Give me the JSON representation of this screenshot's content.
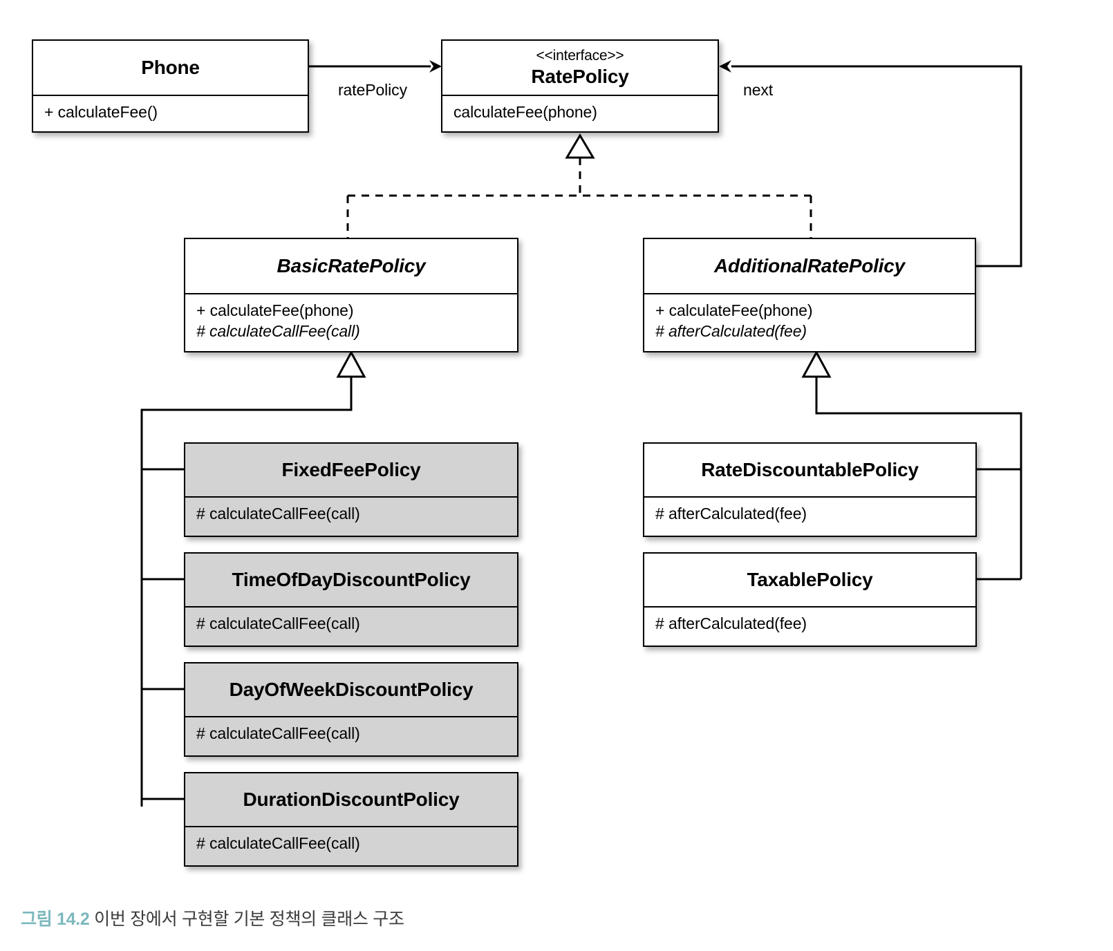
{
  "diagram": {
    "type": "uml-class-diagram",
    "classes": [
      {
        "id": "phone",
        "name": "Phone",
        "stereotype": "",
        "abstract": false,
        "shaded": false,
        "members": [
          {
            "text": "+ calculateFee()",
            "abstract": false
          }
        ]
      },
      {
        "id": "rate-policy",
        "name": "RatePolicy",
        "stereotype": "<<interface>>",
        "abstract": false,
        "shaded": false,
        "members": [
          {
            "text": "calculateFee(phone)",
            "abstract": false
          }
        ]
      },
      {
        "id": "basic-rate-policy",
        "name": "BasicRatePolicy",
        "stereotype": "",
        "abstract": true,
        "shaded": false,
        "members": [
          {
            "text": "+ calculateFee(phone)",
            "abstract": false
          },
          {
            "text": "# calculateCallFee(call)",
            "abstract": true
          }
        ]
      },
      {
        "id": "additional-rate-policy",
        "name": "AdditionalRatePolicy",
        "stereotype": "",
        "abstract": true,
        "shaded": false,
        "members": [
          {
            "text": "+ calculateFee(phone)",
            "abstract": false
          },
          {
            "text": "# afterCalculated(fee)",
            "abstract": true
          }
        ]
      },
      {
        "id": "fixed-fee-policy",
        "name": "FixedFeePolicy",
        "stereotype": "",
        "abstract": false,
        "shaded": true,
        "members": [
          {
            "text": "# calculateCallFee(call)",
            "abstract": false
          }
        ]
      },
      {
        "id": "time-of-day-discount-policy",
        "name": "TimeOfDayDiscountPolicy",
        "stereotype": "",
        "abstract": false,
        "shaded": true,
        "members": [
          {
            "text": "# calculateCallFee(call)",
            "abstract": false
          }
        ]
      },
      {
        "id": "day-of-week-discount-policy",
        "name": "DayOfWeekDiscountPolicy",
        "stereotype": "",
        "abstract": false,
        "shaded": true,
        "members": [
          {
            "text": "# calculateCallFee(call)",
            "abstract": false
          }
        ]
      },
      {
        "id": "duration-discount-policy",
        "name": "DurationDiscountPolicy",
        "stereotype": "",
        "abstract": false,
        "shaded": true,
        "members": [
          {
            "text": "# calculateCallFee(call)",
            "abstract": false
          }
        ]
      },
      {
        "id": "rate-discountable-policy",
        "name": "RateDiscountablePolicy",
        "stereotype": "",
        "abstract": false,
        "shaded": false,
        "members": [
          {
            "text": "# afterCalculated(fee)",
            "abstract": false
          }
        ]
      },
      {
        "id": "taxable-policy",
        "name": "TaxablePolicy",
        "stereotype": "",
        "abstract": false,
        "shaded": false,
        "members": [
          {
            "text": "# afterCalculated(fee)",
            "abstract": false
          }
        ]
      }
    ],
    "relationships": [
      {
        "id": "rel-rate-policy",
        "kind": "association",
        "from": "phone",
        "to": "rate-policy",
        "label": "ratePolicy"
      },
      {
        "id": "rel-next",
        "kind": "association",
        "from": "additional-rate-policy",
        "to": "rate-policy",
        "label": "next"
      },
      {
        "id": "rel-basic-realizes",
        "kind": "realization",
        "from": "basic-rate-policy",
        "to": "rate-policy",
        "label": ""
      },
      {
        "id": "rel-additional-realizes",
        "kind": "realization",
        "from": "additional-rate-policy",
        "to": "rate-policy",
        "label": ""
      },
      {
        "id": "rel-fixed-fee",
        "kind": "generalization",
        "from": "fixed-fee-policy",
        "to": "basic-rate-policy",
        "label": ""
      },
      {
        "id": "rel-time-of-day",
        "kind": "generalization",
        "from": "time-of-day-discount-policy",
        "to": "basic-rate-policy",
        "label": ""
      },
      {
        "id": "rel-day-of-week",
        "kind": "generalization",
        "from": "day-of-week-discount-policy",
        "to": "basic-rate-policy",
        "label": ""
      },
      {
        "id": "rel-duration",
        "kind": "generalization",
        "from": "duration-discount-policy",
        "to": "basic-rate-policy",
        "label": ""
      },
      {
        "id": "rel-rate-discountable",
        "kind": "generalization",
        "from": "rate-discountable-policy",
        "to": "additional-rate-policy",
        "label": ""
      },
      {
        "id": "rel-taxable",
        "kind": "generalization",
        "from": "taxable-policy",
        "to": "additional-rate-policy",
        "label": ""
      }
    ],
    "colors": {
      "shaded_fill": "#d3d3d3",
      "plain_fill": "#ffffff",
      "stroke": "#000000",
      "caption_accent": "#7cb8bd",
      "caption_text": "#3b3b3b"
    }
  },
  "caption": {
    "figure_number": "그림 14.2",
    "text": " 이번 장에서 구현할 기본 정책의 클래스 구조"
  }
}
